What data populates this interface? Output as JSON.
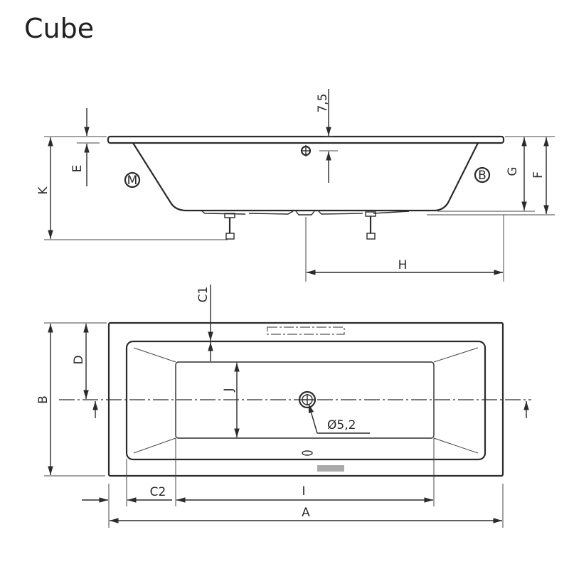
{
  "title": "Cube",
  "side_view": {
    "labels": {
      "K": "K",
      "E": "E",
      "dim_75": "7,5",
      "G": "G",
      "F": "F",
      "H": "H"
    },
    "markers": {
      "M": "M",
      "B": "B"
    }
  },
  "top_view": {
    "labels": {
      "B": "B",
      "D": "D",
      "C1": "C1",
      "J": "J",
      "C2": "C2",
      "I": "I",
      "A": "A",
      "drain": "Ø5,2"
    }
  }
}
